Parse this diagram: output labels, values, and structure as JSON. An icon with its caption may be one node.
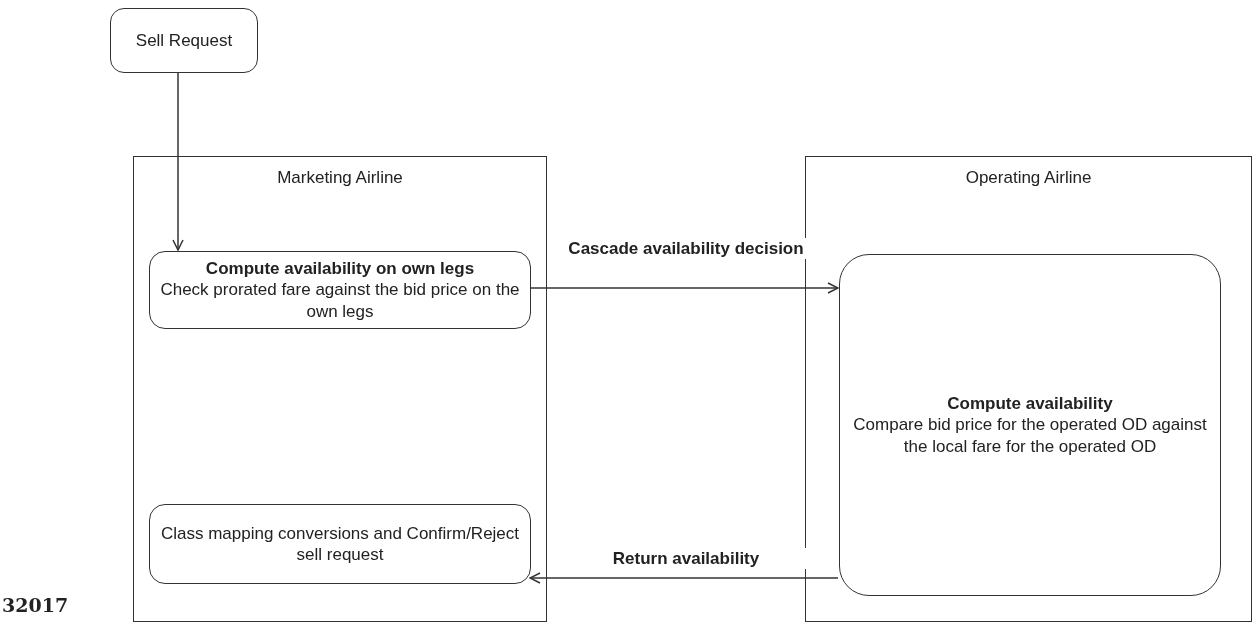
{
  "diagram": {
    "nodes": [
      {
        "text": [
          "Sell Request"
        ]
      },
      {
        "text": [
          "Marketing Airline"
        ]
      },
      {
        "text": [
          "Compute availability on own legs",
          "Check prorated fare against the bid price on the own legs"
        ],
        "in": 1
      },
      {
        "text": [
          "Class mapping conversions and Confirm/Reject sell request"
        ],
        "in": 1
      },
      {
        "text": [
          "Operating Airline"
        ]
      },
      {
        "text": [
          "Compute availability",
          "Compare bid price for the operated OD against the local fare for the operated OD"
        ],
        "in": 4
      }
    ],
    "edges": [
      {
        "from": 0,
        "to": 2,
        "arrow": "to"
      },
      {
        "from": 2,
        "to": 5,
        "arrow": "to",
        "label": "Cascade availability decision"
      },
      {
        "from": 5,
        "to": 3,
        "arrow": "to",
        "label": "Return availability"
      }
    ],
    "labels": [
      "32017"
    ]
  }
}
